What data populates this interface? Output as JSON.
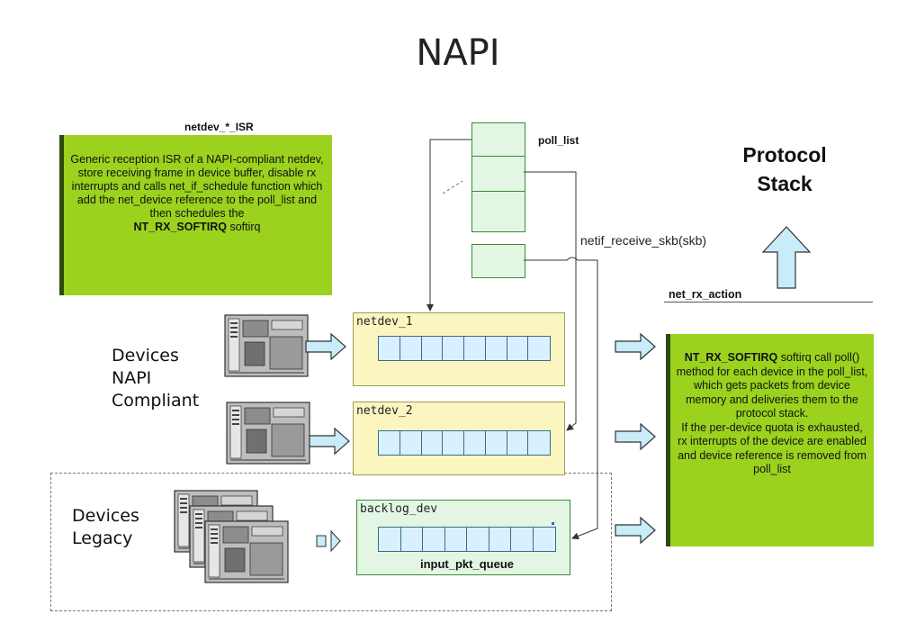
{
  "title": "NAPI",
  "isr": {
    "heading": "netdev_*_ISR",
    "text": "Generic reception ISR of a NAPI-compliant netdev, store receiving frame in device buffer, disable rx interrupts and calls net_if_schedule function which add the net_device reference to the poll_list and then schedules the",
    "softirq_bold": "NT_RX_SOFTIRQ",
    "softirq_suffix": " softirq"
  },
  "poll_list": {
    "label": "poll_list",
    "cells": 3
  },
  "receive_fn": "netif_receive_skb(skb)",
  "protocol_stack": "Protocol\nStack",
  "net_rx_action": {
    "heading": "net_rx_action",
    "bold": "NT_RX_SOFTIRQ",
    "text1": " softirq call poll() method for each device in the poll_list, which gets packets from device memory and deliveries them to the protocol stack.",
    "text2": "If the per-device quota is exhausted, rx interrupts of the device are enabled and device reference is removed from poll_list"
  },
  "devices": {
    "napi_label": "Devices NAPI Compliant",
    "legacy_label": "Devices Legacy"
  },
  "queues": [
    {
      "name": "netdev_1",
      "cells": 8
    },
    {
      "name": "netdev_2",
      "cells": 8
    },
    {
      "name": "backlog_dev",
      "cells": 8,
      "sublabel": "input_pkt_queue"
    }
  ],
  "colors": {
    "green_note": "#9bd21e",
    "yellow_box": "#fbf6c0",
    "backlog_box": "#e3f6e3",
    "queue_cell": "#d8f0ff",
    "arrow_fill": "#c8ecf8"
  }
}
